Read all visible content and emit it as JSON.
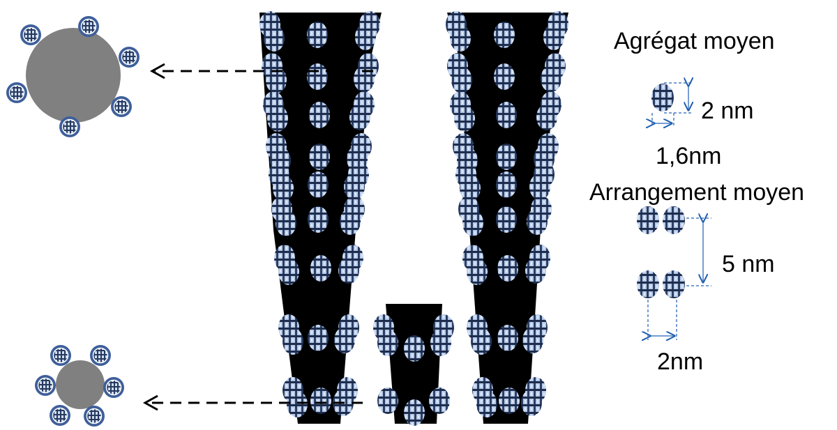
{
  "labels": {
    "aggregate_title": "Agrégat moyen",
    "aggregate_height": "2 nm",
    "aggregate_width": "1,6nm",
    "arrangement_title": "Arrangement moyen",
    "arrangement_spacing": "5 nm",
    "arrangement_width": "2nm"
  },
  "colors": {
    "background": "#ffffff",
    "pore_wall": "#000000",
    "particle_core": "#808080",
    "aggregate_ring": "#3e5f9a",
    "aggregate_light": "#b8cbe8",
    "aggregate_dark": "#1e2d4d",
    "dimension_line": "#4a7cc4",
    "arrow": "#000000"
  },
  "icons": {
    "aggregate": "micelle-aggregate-icon",
    "particle": "silica-particle-icon",
    "pointer": "dashed-left-arrow-icon"
  }
}
